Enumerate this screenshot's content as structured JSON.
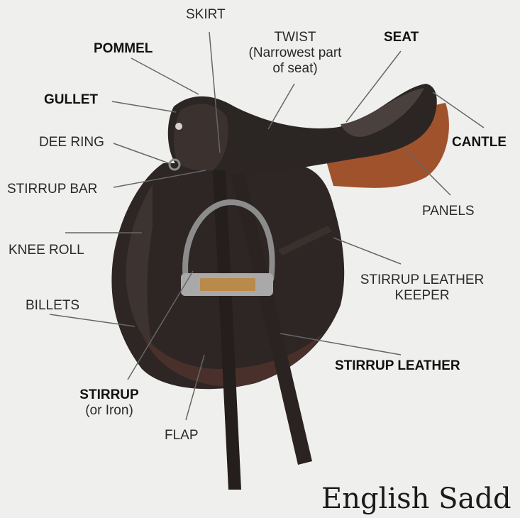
{
  "labels": {
    "skirt": "SKIRT",
    "pommel": "POMMEL",
    "twist_line1": "TWIST",
    "twist_line2": "(Narrowest part",
    "twist_line3": "of seat)",
    "seat": "SEAT",
    "gullet": "GULLET",
    "dee_ring": "DEE RING",
    "cantle": "CANTLE",
    "stirrup_bar": "STIRRUP BAR",
    "panels": "PANELS",
    "knee_roll": "KNEE ROLL",
    "stirrup_leather_keeper_line1": "STIRRUP LEATHER",
    "stirrup_leather_keeper_line2": "KEEPER",
    "billets": "BILLETS",
    "stirrup_leather": "STIRRUP LEATHER",
    "stirrup_line1": "STIRRUP",
    "stirrup_line2": "(or Iron)",
    "flap": "FLAP"
  },
  "caption": "English Sadd",
  "colors": {
    "background": "#efefed",
    "leather_dark": "#2b2523",
    "leather_mid": "#3b3230",
    "panel_tan": "#a0522d",
    "leader_line": "#666666",
    "stirrup_metal": "#8c8c8c"
  }
}
